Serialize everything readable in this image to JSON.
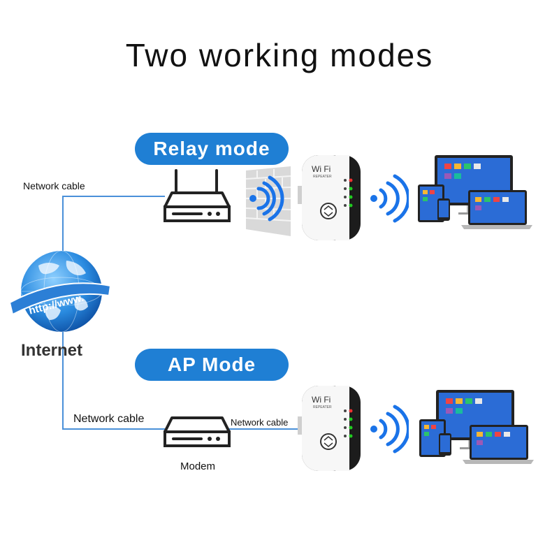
{
  "title": "Two working modes",
  "relay": {
    "pill_label": "Relay mode",
    "cable_label": "Network cable"
  },
  "ap": {
    "pill_label": "AP Mode",
    "cable_label_left": "Network cable",
    "cable_label_right": "Network cable",
    "modem_label": "Modem"
  },
  "internet": {
    "label": "Internet",
    "banner_text": "http://www."
  },
  "repeater": {
    "brand": "Wi Fi",
    "model": "REPEATER"
  },
  "colors": {
    "accent": "#1f7fd4",
    "line": "#4a90d9",
    "wave": "#1a73e8"
  },
  "icons": [
    "globe-icon",
    "router-icon",
    "modem-icon",
    "brick-wall-icon",
    "wifi-signal-icon",
    "wifi-repeater-icon",
    "devices-icon"
  ]
}
